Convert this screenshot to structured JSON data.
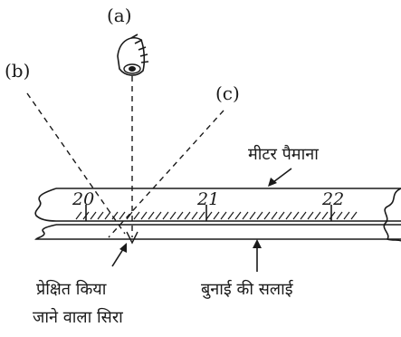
{
  "labels": {
    "a": "(a)",
    "b": "(b)",
    "c": "(c)"
  },
  "scale": {
    "name": "मीटर पैमाना",
    "marks": [
      "20",
      "21",
      "22"
    ]
  },
  "needle": {
    "name": "बुनाई की सलाई"
  },
  "observed_end": {
    "line1": "प्रेक्षित किया",
    "line2": "जाने वाला सिरा"
  }
}
